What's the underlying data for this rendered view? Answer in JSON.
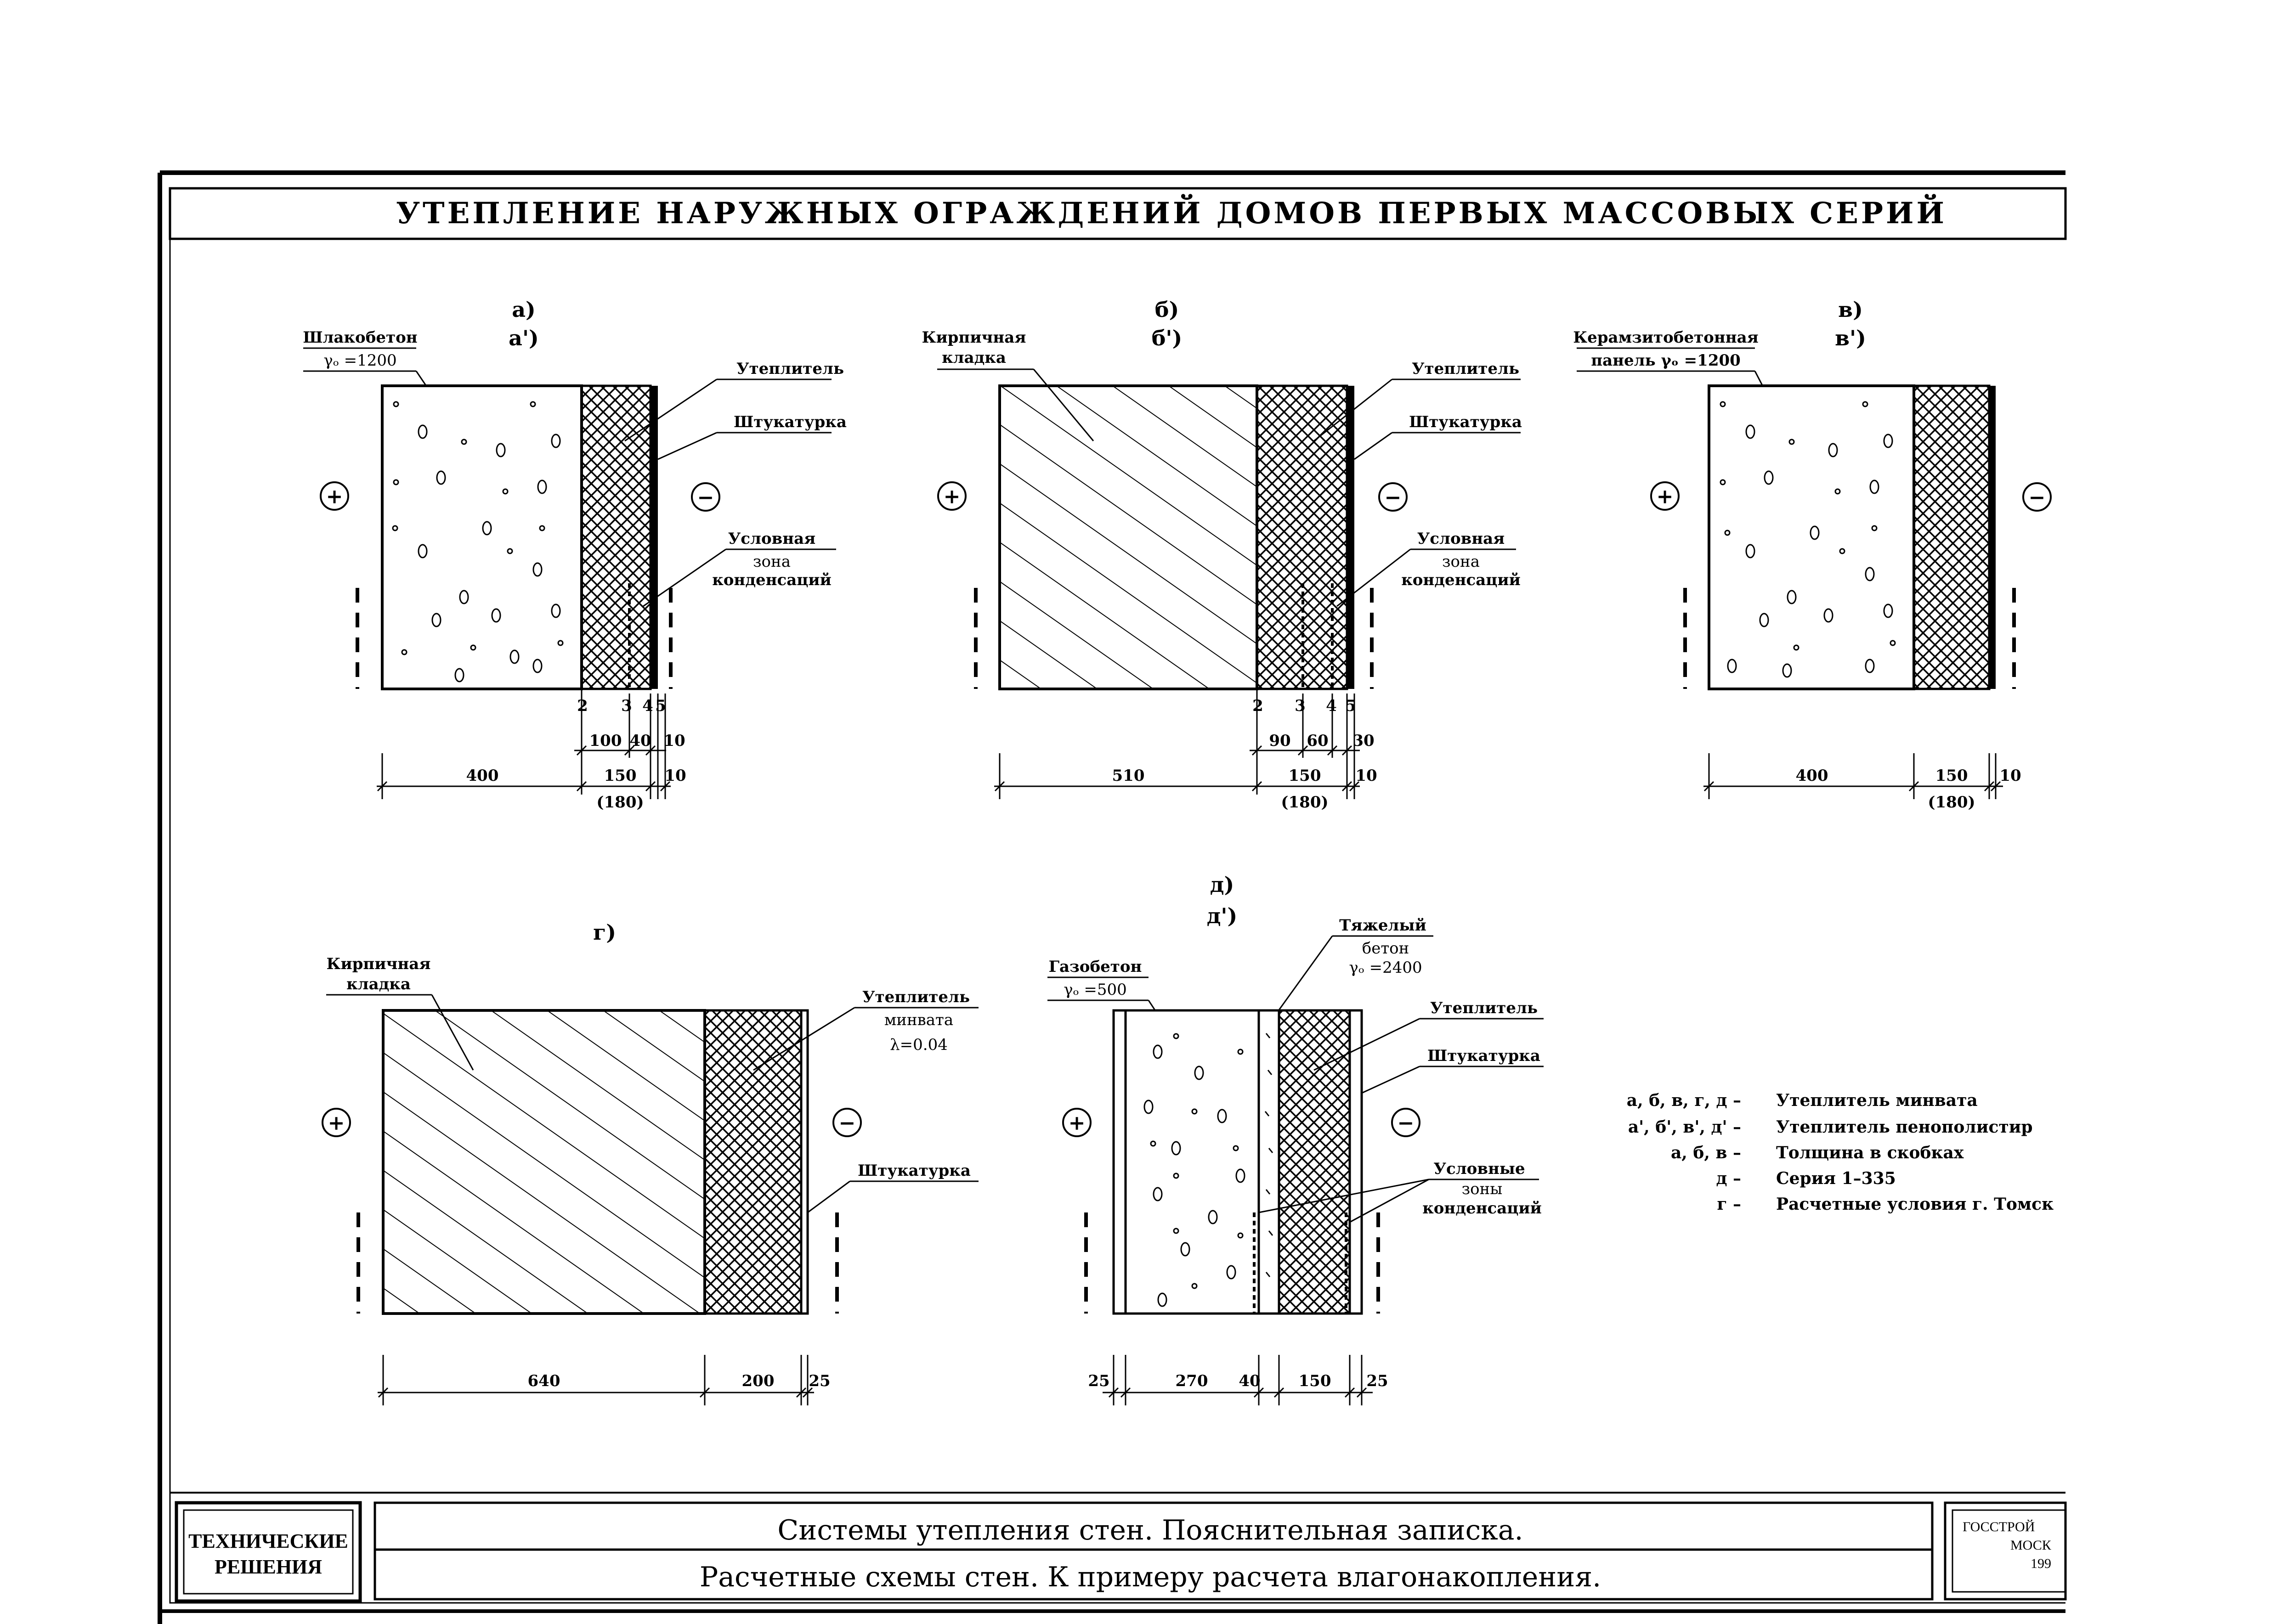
{
  "title": "УТЕПЛЕНИЕ НАРУЖНЫХ ОГРАЖДЕНИЙ ДОМОВ ПЕРВЫХ МАССОВЫХ СЕРИЙ",
  "diagrams": {
    "a": {
      "label1": "а)",
      "label2": "а')",
      "material1": "Шлакобетон",
      "material2": "γₒ =1200",
      "callouts": [
        "Утеплитель",
        "Штукатурка"
      ],
      "zone": [
        "Условная",
        "зона",
        "конденсаций"
      ],
      "layer_nums": [
        "2",
        "3",
        "4",
        "5"
      ],
      "dims_top": [
        "100",
        "40",
        "10"
      ],
      "dims_bottom": [
        "400",
        "150",
        "10"
      ],
      "dim_alt": "(180)",
      "sign_in": "+",
      "sign_out": "−"
    },
    "b": {
      "label1": "б)",
      "label2": "б')",
      "material1": "Кирпичная",
      "material2": "кладка",
      "callouts": [
        "Утеплитель",
        "Штукатурка"
      ],
      "zone": [
        "Условная",
        "зона",
        "конденсаций"
      ],
      "layer_nums": [
        "2",
        "3",
        "4",
        "5"
      ],
      "dims_top": [
        "90",
        "60",
        "30"
      ],
      "dims_bottom": [
        "510",
        "150",
        "10"
      ],
      "dim_alt": "(180)",
      "sign_in": "+",
      "sign_out": "−"
    },
    "v": {
      "label1": "в)",
      "label2": "в')",
      "material1": "Керамзитобетонная",
      "material2": "панель γₒ =1200",
      "dims_bottom": [
        "400",
        "150",
        "10"
      ],
      "dim_alt": "(180)",
      "sign_in": "+",
      "sign_out": "−"
    },
    "g": {
      "label1": "г)",
      "material1": "Кирпичная",
      "material2": "кладка",
      "insul": [
        "Утеплитель",
        "минвата",
        "λ=0.04"
      ],
      "plaster": "Штукатурка",
      "dims_bottom": [
        "640",
        "200",
        "25"
      ],
      "sign_in": "+",
      "sign_out": "−"
    },
    "d": {
      "label1": "д)",
      "label2": "д')",
      "material1": "Газобетон",
      "material2": "γₒ =500",
      "heavy": [
        "Тяжелый",
        "бетон",
        "γₒ =2400"
      ],
      "callouts": [
        "Утеплитель",
        "Штукатурка"
      ],
      "zone": [
        "Условные",
        "зоны",
        "конденсаций"
      ],
      "dims_bottom": [
        "25",
        "270",
        "40",
        "150",
        "25"
      ],
      "sign_in": "+",
      "sign_out": "−"
    }
  },
  "legend": [
    {
      "key": "а, б, в, г, д –",
      "text": "Утеплитель минвата"
    },
    {
      "key": "а', б', в', д' –",
      "text": "Утеплитель пенополистир"
    },
    {
      "key": "а, б, в –",
      "text": "Толщина в скобках"
    },
    {
      "key": "д –",
      "text": "Серия 1–335"
    },
    {
      "key": "г –",
      "text": "Расчетные условия г. Томск"
    }
  ],
  "stamp": {
    "left": [
      "ТЕХНИЧЕСКИЕ",
      "РЕШЕНИЯ"
    ],
    "line1": "Системы утепления стен. Пояснительная записка.",
    "line2": "Расчетные схемы стен. К примеру расчета влагонакопления.",
    "right": [
      "ГОССТРОЙ",
      "МОСК",
      "199"
    ]
  }
}
